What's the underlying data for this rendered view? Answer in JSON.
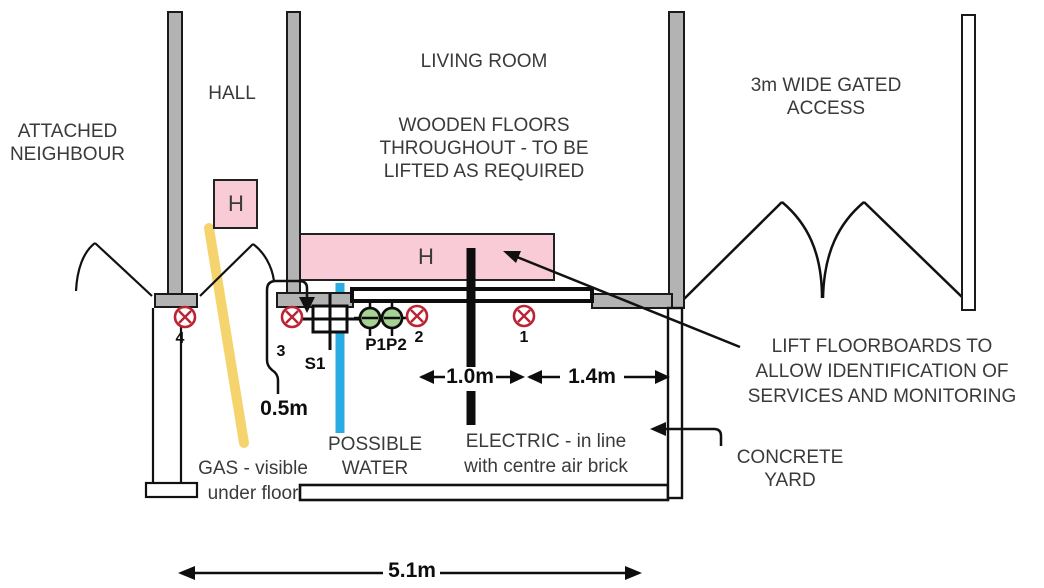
{
  "diagram": {
    "rooms": {
      "neighbour_line1": "ATTACHED",
      "neighbour_line2": "NEIGHBOUR",
      "hall": "HALL",
      "living_room": "LIVING ROOM",
      "access_line1": "3m WIDE GATED",
      "access_line2": "ACCESS",
      "yard_line1": "CONCRETE",
      "yard_line2": "YARD"
    },
    "notes": {
      "floors_line1": "WOODEN FLOORS",
      "floors_line2": "THROUGHOUT - TO BE",
      "floors_line3": "LIFTED AS REQUIRED",
      "lift_line1": "LIFT FLOORBOARDS TO",
      "lift_line2": "ALLOW IDENTIFICATION OF",
      "lift_line3": "SERVICES AND MONITORING",
      "water_line1": "POSSIBLE",
      "water_line2": "WATER",
      "electric_line1": "ELECTRIC - in line",
      "electric_line2": "with centre air brick",
      "gas_line1": "GAS - visible",
      "gas_line2": "under floor"
    },
    "dimensions": {
      "span_1_0": "1.0m",
      "span_1_4": "1.4m",
      "depth_0_5": "0.5m",
      "span_5_1": "5.1m"
    },
    "markers": {
      "hatch_small": "H",
      "hatch_large": "H",
      "m1": "1",
      "m2": "2",
      "m3": "3",
      "m4": "4",
      "s1": "S1",
      "probes": "P1P2"
    },
    "colors": {
      "wall": "#b3b3b3",
      "pink": "#f8cbd6",
      "gas": "#f6d46d",
      "water": "#2aabe2",
      "probe_green": "#a6d393",
      "marker_red": "#bb2433",
      "line": "#111111"
    }
  }
}
